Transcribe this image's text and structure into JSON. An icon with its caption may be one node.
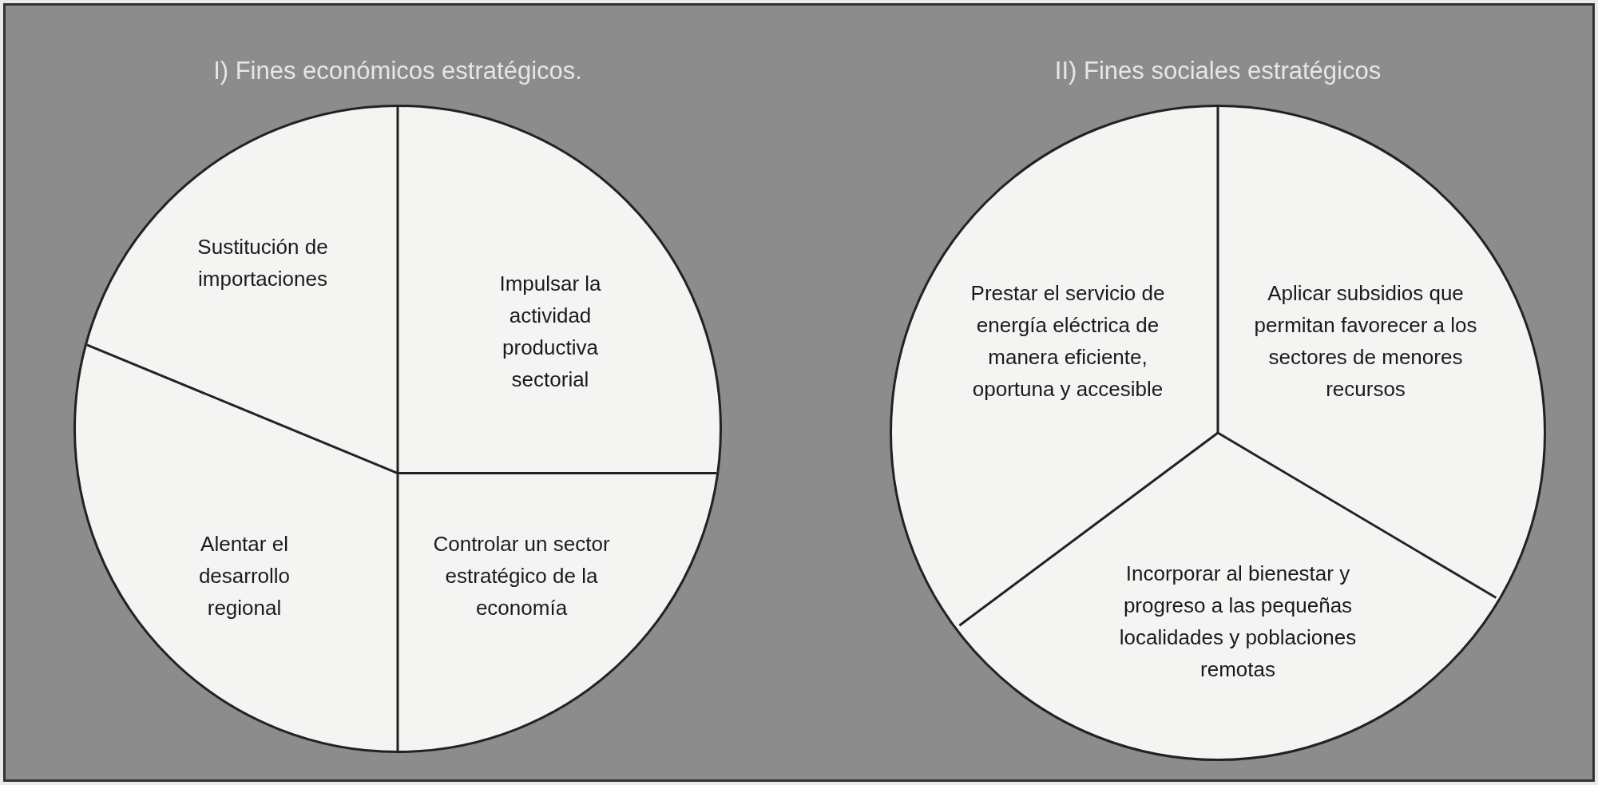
{
  "diagram": {
    "nodes": [
      {
        "text": [
          "I) Fines económicos estratégicos."
        ]
      },
      {
        "text": [
          "Sustitución de importaciones"
        ],
        "in": 0
      },
      {
        "text": [
          "Impulsar la actividad productiva sectorial"
        ],
        "in": 0
      },
      {
        "text": [
          "Alentar el desarrollo regional"
        ],
        "in": 0
      },
      {
        "text": [
          "Controlar un sector estratégico de la economía"
        ],
        "in": 0
      },
      {
        "text": [
          "II) Fines sociales estratégicos"
        ]
      },
      {
        "text": [
          "Prestar el servicio de energía eléctrica de manera eficiente, oportuna y accesible"
        ],
        "in": 5
      },
      {
        "text": [
          "Aplicar subsidios que permitan favorecer a los sectores de menores recursos"
        ],
        "in": 5
      },
      {
        "text": [
          "Incorporar al bienestar y progreso a las pequeñas localidades y poblaciones remotas"
        ],
        "in": 5
      }
    ],
    "edges": []
  }
}
